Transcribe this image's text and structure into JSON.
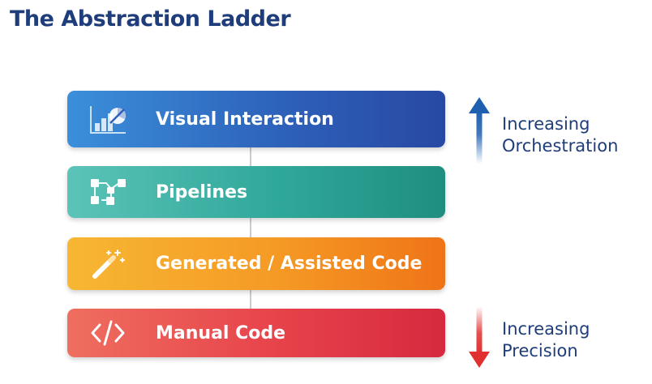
{
  "title": "The Abstraction Ladder",
  "rungs": [
    {
      "label": "Visual Interaction",
      "icon": "chart-icon"
    },
    {
      "label": "Pipelines",
      "icon": "pipeline-icon"
    },
    {
      "label": "Generated / Assisted Code",
      "icon": "magic-wand-icon"
    },
    {
      "label": "Manual Code",
      "icon": "code-brackets-icon"
    }
  ],
  "indicators": {
    "up": {
      "line1": "Increasing",
      "line2": "Orchestration",
      "color": "#1f5fb0"
    },
    "down": {
      "line1": "Increasing",
      "line2": "Precision",
      "color": "#e0302f"
    }
  },
  "colors": {
    "title": "#1f3d7a",
    "visual": "#2d5fb8",
    "pipelines": "#2fa89a",
    "generated": "#f59a25",
    "manual": "#e7434b"
  }
}
